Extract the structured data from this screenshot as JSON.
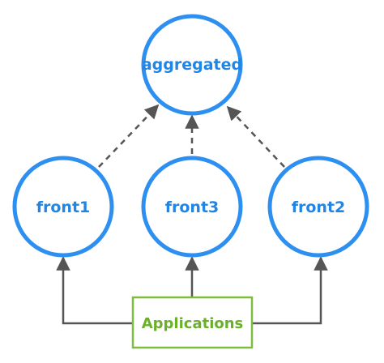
{
  "colors": {
    "node_stroke": "#2d8ff0",
    "node_text": "#1f86e6",
    "app_stroke": "#7cbd3e",
    "app_text": "#6ab02a",
    "edge": "#555555"
  },
  "nodes": {
    "aggregated": "aggregated",
    "front1": "front1",
    "front3": "front3",
    "front2": "front2"
  },
  "applications": {
    "label": "Applications"
  }
}
